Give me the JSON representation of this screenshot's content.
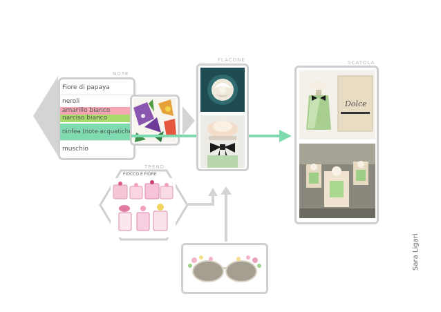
{
  "labels": {
    "note": "NOTE",
    "flacone": "FLACONE",
    "scatola": "SCATOLA",
    "trend": "TREND",
    "trend_sub": "FIOCCO E FIORE"
  },
  "notes": [
    {
      "text": "Fiore di papaya",
      "highlight": ""
    },
    {
      "text": "neroli",
      "highlight": ""
    },
    {
      "text": "amarillo bianco",
      "highlight": "#f4a6b2"
    },
    {
      "text": "narciso bianco",
      "highlight": "#a9d96a"
    },
    {
      "text": "ninfea (note acquatiche)",
      "highlight": "#7fdab0"
    },
    {
      "text": "muschio",
      "highlight": ""
    }
  ],
  "signature": "Sara Ligari",
  "colors": {
    "frame_gray": "#cfcfcf",
    "arrow_green": "#7fdab0",
    "arrow_gray": "#d4d4d4"
  },
  "images": {
    "floral_print": "floral-print-image",
    "bottle_top": "rose-bottle-cap-image",
    "bottle_bow": "bottle-with-bow-image",
    "box_product": "dolce-bottle-and-box-image",
    "box_display": "bottles-on-stands-image",
    "trend_bottles": "trend-perfume-bottles-image",
    "sunglasses": "floral-sunglasses-image"
  }
}
